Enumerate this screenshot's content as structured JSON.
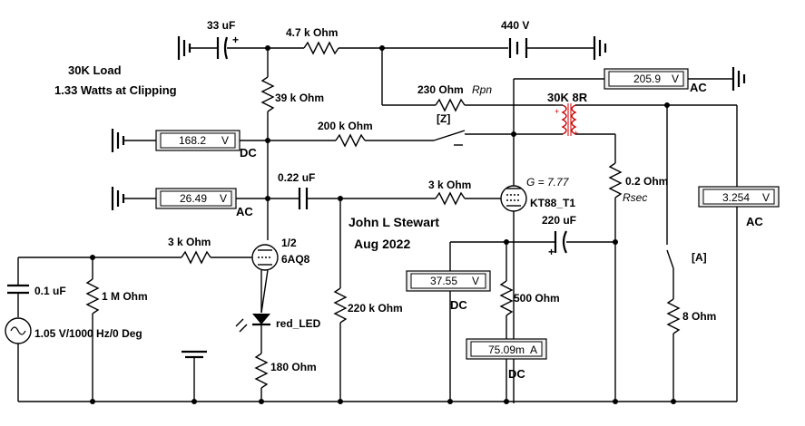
{
  "notes": {
    "load_line1": "30K Load",
    "load_line2": "1.33 Watts at Clipping",
    "author": "John L Stewart",
    "date": "Aug 2022"
  },
  "components": {
    "c_33uf": "33 uF",
    "r_4k7": "4.7 k Ohm",
    "v_440": "440 V",
    "r_39k": "39 k Ohm",
    "r_230": "230  Ohm",
    "r_230_name": "Rpn",
    "switch_z": "[Z]",
    "xfmr": "30K 8R",
    "r_200k": "200 k Ohm",
    "c_022": "0.22 uF",
    "r_3k_grid": "3 k Ohm",
    "tube_gain": "G = 7.77",
    "tube_name": "KT88_T1",
    "r_02": "0.2  Ohm",
    "r_02_name": "Rsec",
    "c_220": "220 uF",
    "r_3k_in": "3 k Ohm",
    "tube1_half": "1/2",
    "tube1_name": "6AQ8",
    "c_01": "0.1 uF",
    "r_1m": "1 M Ohm",
    "source": "1.05 V/1000 Hz/0 Deg",
    "led": "red_LED",
    "r_180": "180  Ohm",
    "r_220k": "220 k Ohm",
    "r_500": "500  Ohm",
    "switch_a": "[A]",
    "r_8": "8  Ohm"
  },
  "meters": {
    "m1": {
      "value": "205.9",
      "unit": "V",
      "mode": "AC"
    },
    "m2": {
      "value": "168.2",
      "unit": "V",
      "mode": "DC"
    },
    "m3": {
      "value": "26.49",
      "unit": "V",
      "mode": "AC"
    },
    "m4": {
      "value": "3.254",
      "unit": "V",
      "mode": "AC"
    },
    "m5": {
      "value": "37.55",
      "unit": "V",
      "mode": "DC"
    },
    "m6": {
      "value": "75.09m",
      "unit": "A",
      "mode": "DC"
    }
  },
  "colors": {
    "wire": "#000000",
    "transformer": "#cc0000",
    "meter_face": "#f0f0f0"
  }
}
